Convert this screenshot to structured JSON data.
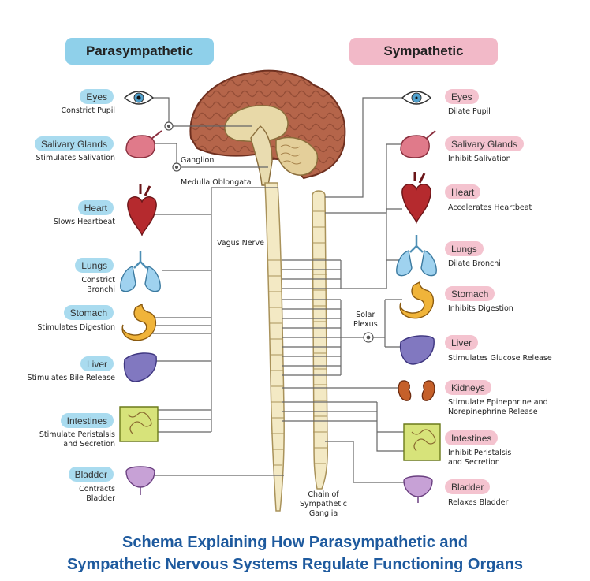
{
  "headers": {
    "parasympathetic": "Parasympathetic",
    "sympathetic": "Sympathetic"
  },
  "parasympathetic": [
    {
      "label": "Eyes",
      "desc": [
        "Constrict Pupil"
      ]
    },
    {
      "label": "Salivary Glands",
      "desc": [
        "Stimulates Salivation"
      ]
    },
    {
      "label": "Heart",
      "desc": [
        "Slows Heartbeat"
      ]
    },
    {
      "label": "Lungs",
      "desc": [
        "Constrict",
        "Bronchi"
      ]
    },
    {
      "label": "Stomach",
      "desc": [
        "Stimulates Digestion"
      ]
    },
    {
      "label": "Liver",
      "desc": [
        "Stimulates Bile Release"
      ]
    },
    {
      "label": "Intestines",
      "desc": [
        "Stimulate Peristalsis",
        "and Secretion"
      ]
    },
    {
      "label": "Bladder",
      "desc": [
        "Contracts",
        "Bladder"
      ]
    }
  ],
  "sympathetic": [
    {
      "label": "Eyes",
      "desc": [
        "Dilate Pupil"
      ]
    },
    {
      "label": "Salivary Glands",
      "desc": [
        "Inhibit Salivation"
      ]
    },
    {
      "label": "Heart",
      "desc": [
        "Accelerates Heartbeat"
      ]
    },
    {
      "label": "Lungs",
      "desc": [
        "Dilate Bronchi"
      ]
    },
    {
      "label": "Stomach",
      "desc": [
        "Inhibits Digestion"
      ]
    },
    {
      "label": "Liver",
      "desc": [
        "Stimulates Glucose Release"
      ]
    },
    {
      "label": "Kidneys",
      "desc": [
        "Stimulate Epinephrine and",
        "Norepinephrine Release"
      ]
    },
    {
      "label": "Intestines",
      "desc": [
        "Inhibit Peristalsis",
        "and Secretion"
      ]
    },
    {
      "label": "Bladder",
      "desc": [
        "Relaxes Bladder"
      ]
    }
  ],
  "labels": {
    "ganglion": "Ganglion",
    "medulla": "Medulla Oblongata",
    "vagus": "Vagus Nerve",
    "solar_plexus": [
      "Solar",
      "Plexus"
    ],
    "chain": [
      "Chain of",
      "Sympathetic",
      "Ganglia"
    ]
  },
  "caption": [
    "Schema Explaining How Parasympathetic and",
    "Sympathetic Nervous Systems Regulate Functioning Organs"
  ],
  "colors": {
    "para_header": "#8fd0ea",
    "symp_header": "#f2b9c8",
    "para_pill": "#a9dbef",
    "symp_pill": "#f4c3cf",
    "caption": "#1e5a9e",
    "line": "#666666",
    "brain": "#b5654a",
    "spine": "#f3e9c4"
  }
}
